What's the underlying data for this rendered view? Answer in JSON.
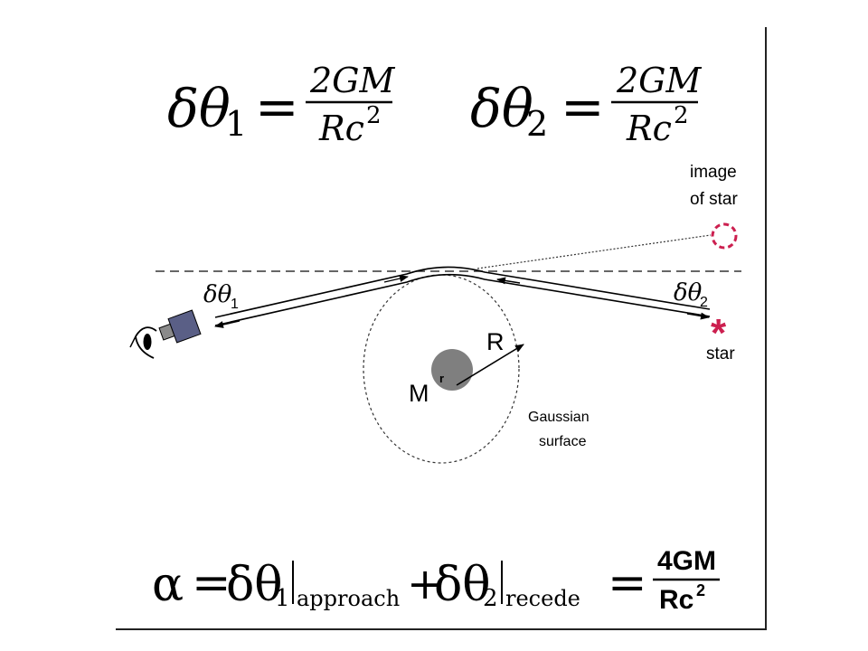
{
  "equations": {
    "eq1": {
      "lhs_symbol": "δθ",
      "lhs_sub": "1",
      "equals": "=",
      "numerator": "2GM",
      "denominator_base": "Rc",
      "denominator_exp": "2"
    },
    "eq2": {
      "lhs_symbol": "δθ",
      "lhs_sub": "2",
      "equals": "=",
      "numerator": "2GM",
      "denominator_base": "Rc",
      "denominator_exp": "2"
    },
    "bottom": {
      "alpha": "α",
      "equals": "=",
      "term1_symbol": "δθ",
      "term1_sub": "1",
      "term1_eval": "approach",
      "plus": "+",
      "term2_symbol": "δθ",
      "term2_sub": "2",
      "term2_eval": "recede",
      "equals2": "=",
      "numerator": "4GM",
      "denominator_base": "Rc",
      "denominator_exp": "2"
    }
  },
  "diagram": {
    "image_of_star_line1": "image",
    "image_of_star_line2": "of star",
    "delta_theta1_symbol": "δθ",
    "delta_theta1_sub": "1",
    "delta_theta2_symbol": "δθ",
    "delta_theta2_sub": "2",
    "star_symbol": "*",
    "star_label": "star",
    "R_label": "R",
    "r_label": "r",
    "M_label": "M",
    "gaussian_line1": "Gaussian",
    "gaussian_line2": "surface"
  },
  "colors": {
    "accent": "#cc1f4f",
    "mass_fill": "#7f7f7f",
    "camera_body": "#5a5f86",
    "camera_lens": "#8a8a8a",
    "ink": "#000000"
  }
}
